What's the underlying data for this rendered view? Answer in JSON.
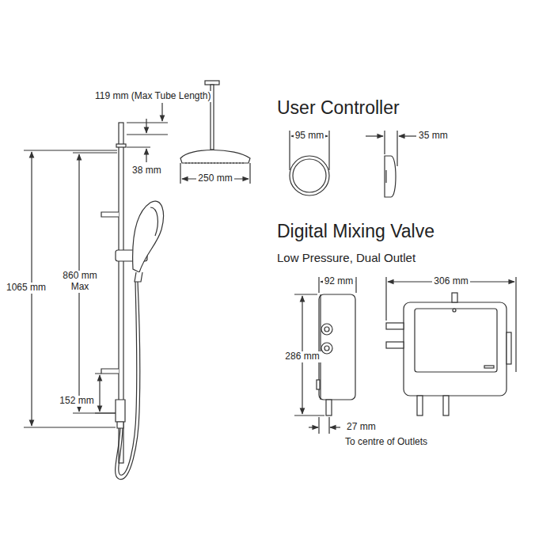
{
  "diagram": {
    "labels": [
      "119 mm (Max Tube Length)",
      "38 mm",
      "250 mm",
      "1065 mm",
      "860 mm Max",
      "152 mm",
      "User Controller",
      "95 mm",
      "35 mm",
      "Digital Mixing Valve",
      "Low Pressure, Dual Outlet",
      "92 mm",
      "306 mm",
      "286 mm",
      "27 mm",
      "To centre of Outlets"
    ]
  }
}
